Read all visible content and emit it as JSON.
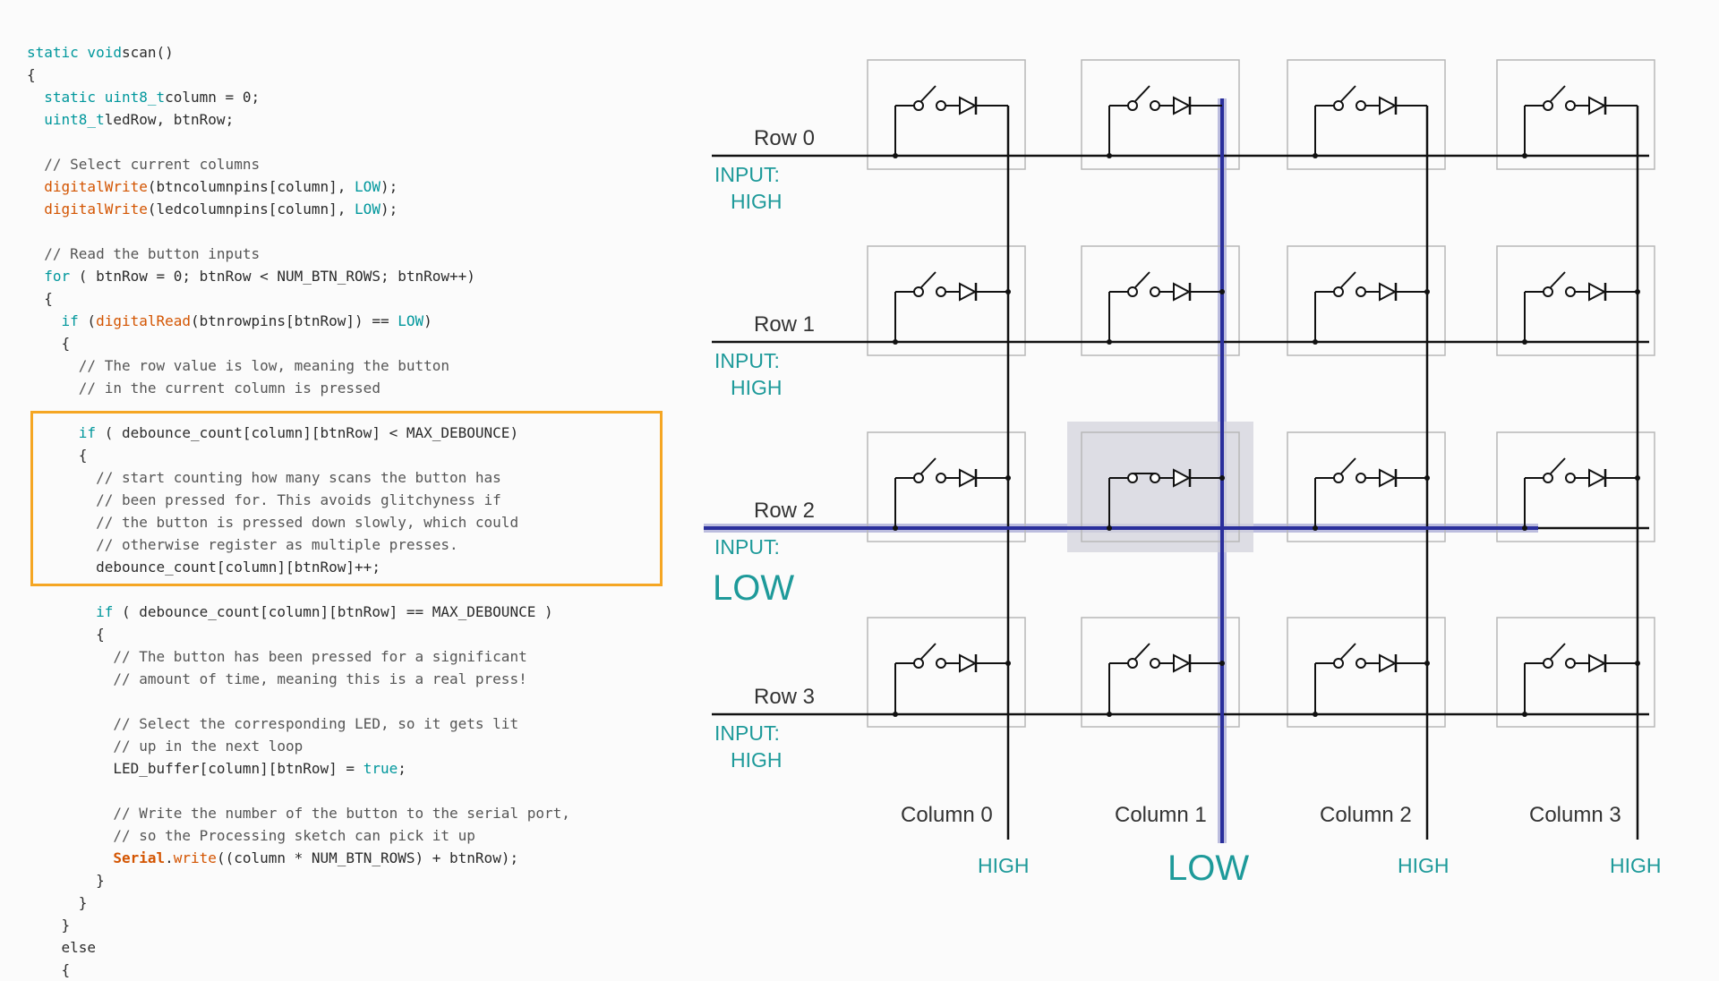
{
  "code": {
    "lines": [
      [
        [
          "kw",
          "static void"
        ],
        [
          "",
          "scan()"
        ]
      ],
      [
        [
          "",
          "{"
        ]
      ],
      [
        [
          "",
          "  "
        ],
        [
          "kw",
          "static uint8_t"
        ],
        [
          "",
          "column = 0;"
        ]
      ],
      [
        [
          "",
          "  "
        ],
        [
          "kw",
          "uint8_t"
        ],
        [
          "",
          "ledRow, btnRow;"
        ]
      ],
      [],
      [
        [
          "cm",
          "  // Select current columns"
        ]
      ],
      [
        [
          "",
          "  "
        ],
        [
          "fn",
          "digitalWrite"
        ],
        [
          "",
          "(btncolumnpins[column], "
        ],
        [
          "kw",
          "LOW"
        ],
        [
          "",
          ");"
        ]
      ],
      [
        [
          "",
          "  "
        ],
        [
          "fn",
          "digitalWrite"
        ],
        [
          "",
          "(ledcolumnpins[column], "
        ],
        [
          "kw",
          "LOW"
        ],
        [
          "",
          ");"
        ]
      ],
      [],
      [
        [
          "cm",
          "  // Read the button inputs"
        ]
      ],
      [
        [
          "",
          "  "
        ],
        [
          "kw",
          "for"
        ],
        [
          "",
          " ( btnRow = 0; btnRow < NUM_BTN_ROWS; btnRow++)"
        ]
      ],
      [
        [
          "",
          "  {"
        ]
      ],
      [
        [
          "",
          "    "
        ],
        [
          "kw",
          "if"
        ],
        [
          "",
          " ("
        ],
        [
          "fn",
          "digitalRead"
        ],
        [
          "",
          "(btnrowpins[btnRow]) == "
        ],
        [
          "kw",
          "LOW"
        ],
        [
          "",
          ")"
        ]
      ],
      [
        [
          "",
          "    {"
        ]
      ],
      [
        [
          "cm",
          "      // The row value is low, meaning the button"
        ]
      ],
      [
        [
          "cm",
          "      // in the current column is pressed"
        ]
      ],
      [],
      [
        [
          "",
          "      "
        ],
        [
          "kw",
          "if"
        ],
        [
          "",
          " ( debounce_count[column][btnRow] < MAX_DEBOUNCE)"
        ]
      ],
      [
        [
          "",
          "      {"
        ]
      ],
      [
        [
          "cm",
          "        // start counting how many scans the button has"
        ]
      ],
      [
        [
          "cm",
          "        // been pressed for. This avoids glitchyness if"
        ]
      ],
      [
        [
          "cm",
          "        // the button is pressed down slowly, which could"
        ]
      ],
      [
        [
          "cm",
          "        // otherwise register as multiple presses."
        ]
      ],
      [
        [
          "",
          "        debounce_count[column][btnRow]++;"
        ]
      ],
      [],
      [
        [
          "",
          "        "
        ],
        [
          "kw",
          "if"
        ],
        [
          "",
          " ( debounce_count[column][btnRow] == MAX_DEBOUNCE )"
        ]
      ],
      [
        [
          "",
          "        {"
        ]
      ],
      [
        [
          "cm",
          "          // The button has been pressed for a significant"
        ]
      ],
      [
        [
          "cm",
          "          // amount of time, meaning this is a real press!"
        ]
      ],
      [],
      [
        [
          "cm",
          "          // Select the corresponding LED, so it gets lit"
        ]
      ],
      [
        [
          "cm",
          "          // up in the next loop"
        ]
      ],
      [
        [
          "",
          "          LED_buffer[column][btnRow] = "
        ],
        [
          "kw",
          "true"
        ],
        [
          "",
          ";"
        ]
      ],
      [],
      [
        [
          "cm",
          "          // Write the number of the button to the serial port,"
        ]
      ],
      [
        [
          "cm",
          "          // so the Processing sketch can pick it up"
        ]
      ],
      [
        [
          "",
          "          "
        ],
        [
          "cls",
          "Serial"
        ],
        [
          "",
          "."
        ],
        [
          "fn",
          "write"
        ],
        [
          "",
          "((column * NUM_BTN_ROWS) + btnRow);"
        ]
      ],
      [
        [
          "",
          "        }"
        ]
      ],
      [
        [
          "",
          "      }"
        ]
      ],
      [
        [
          "",
          "    }"
        ]
      ],
      [
        [
          "",
          "    else"
        ]
      ],
      [
        [
          "",
          "    {"
        ]
      ]
    ]
  },
  "diagram": {
    "rows": [
      {
        "label": "Row 0",
        "input_label": "INPUT:",
        "state": "HIGH",
        "active": false
      },
      {
        "label": "Row 1",
        "input_label": "INPUT:",
        "state": "HIGH",
        "active": false
      },
      {
        "label": "Row 2",
        "input_label": "INPUT:",
        "state": "LOW",
        "active": true
      },
      {
        "label": "Row 3",
        "input_label": "INPUT:",
        "state": "HIGH",
        "active": false
      }
    ],
    "columns": [
      {
        "label": "Column 0",
        "state": "HIGH",
        "active": false
      },
      {
        "label": "Column 1",
        "state": "LOW",
        "active": true
      },
      {
        "label": "Column 2",
        "state": "HIGH",
        "active": false
      },
      {
        "label": "Column 3",
        "state": "HIGH",
        "active": false
      }
    ],
    "pressed_button": {
      "row": 2,
      "column": 1
    },
    "colors": {
      "teal": "#1e9a9a",
      "highlight": "#2a2f9c",
      "code_box": "#f5a623",
      "wire": "#111111",
      "cell_border": "#b8b8b8"
    }
  }
}
